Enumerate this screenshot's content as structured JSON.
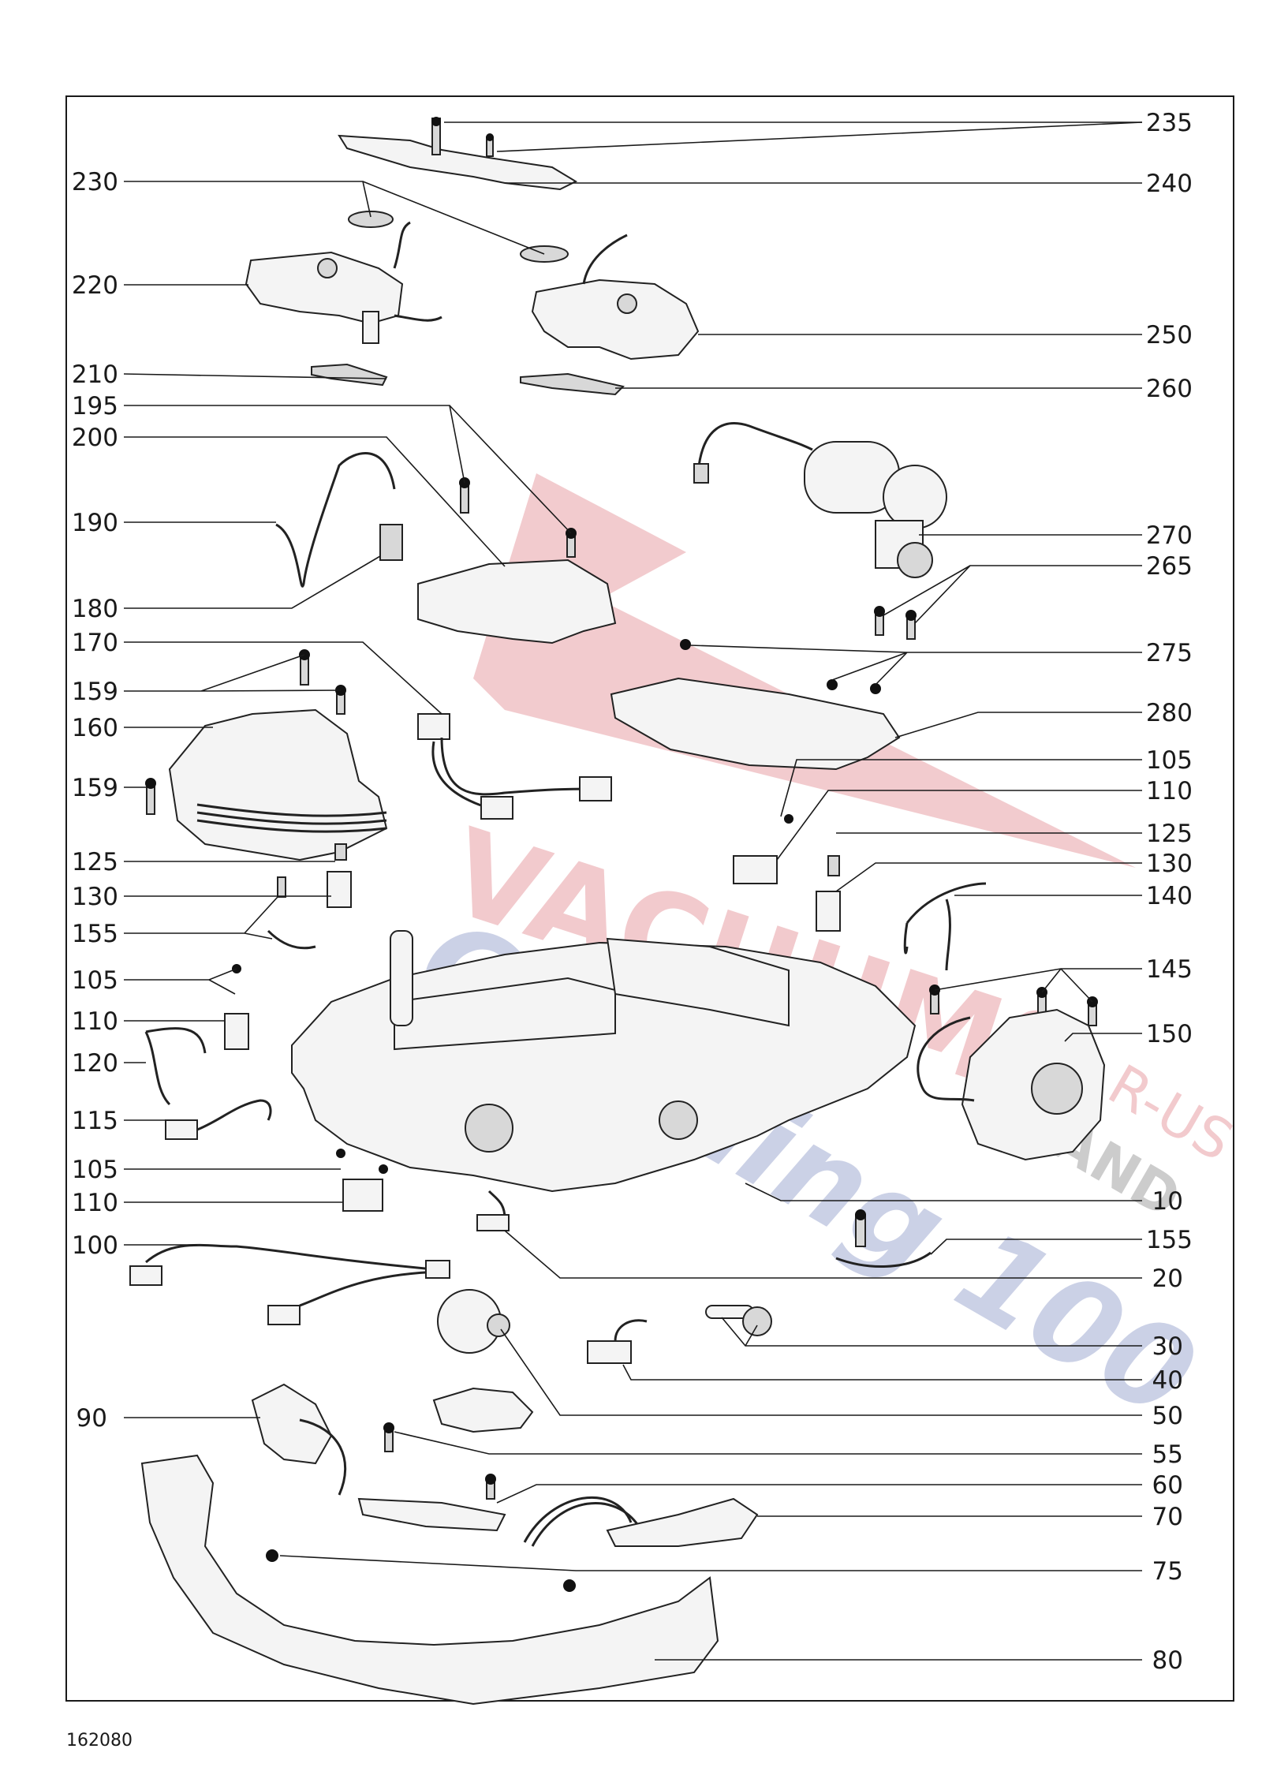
{
  "drawing_number": "162080",
  "watermark": {
    "line1": "VACUUMS",
    "line2": "R-US",
    "line3": "AND",
    "line4": "Cleaning 100"
  },
  "labels_left": [
    {
      "text": "230"
    },
    {
      "text": "220"
    },
    {
      "text": "210"
    },
    {
      "text": "195"
    },
    {
      "text": "200"
    },
    {
      "text": "190"
    },
    {
      "text": "180"
    },
    {
      "text": "170"
    },
    {
      "text": "159"
    },
    {
      "text": "160"
    },
    {
      "text": "159"
    },
    {
      "text": "125"
    },
    {
      "text": "130"
    },
    {
      "text": "155"
    },
    {
      "text": "105"
    },
    {
      "text": "110"
    },
    {
      "text": "120"
    },
    {
      "text": "115"
    },
    {
      "text": "105"
    },
    {
      "text": "110"
    },
    {
      "text": "100"
    },
    {
      "text": "90"
    }
  ],
  "labels_right": [
    {
      "text": "235"
    },
    {
      "text": "240"
    },
    {
      "text": "250"
    },
    {
      "text": "260"
    },
    {
      "text": "270"
    },
    {
      "text": "265"
    },
    {
      "text": "275"
    },
    {
      "text": "280"
    },
    {
      "text": "105"
    },
    {
      "text": "110"
    },
    {
      "text": "125"
    },
    {
      "text": "130"
    },
    {
      "text": "140"
    },
    {
      "text": "145"
    },
    {
      "text": "150"
    },
    {
      "text": "10"
    },
    {
      "text": "155"
    },
    {
      "text": "20"
    },
    {
      "text": "30"
    },
    {
      "text": "40"
    },
    {
      "text": "50"
    },
    {
      "text": "55"
    },
    {
      "text": "60"
    },
    {
      "text": "70"
    },
    {
      "text": "75"
    },
    {
      "text": "80"
    }
  ]
}
